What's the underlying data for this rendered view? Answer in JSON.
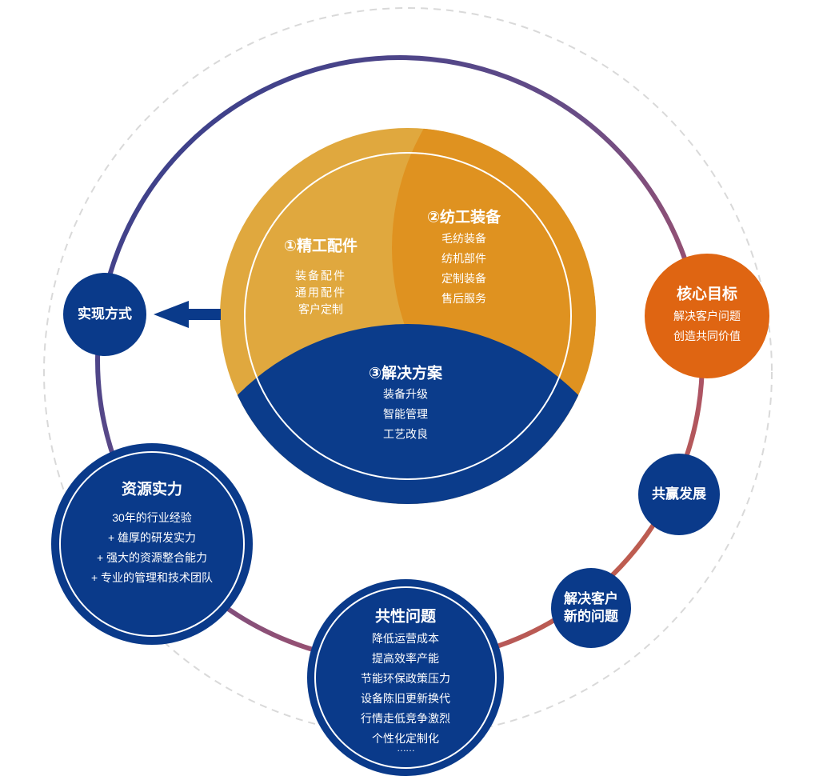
{
  "colors": {
    "gold_left": "#e1a73d",
    "gold_right": "#df921f",
    "navy": "#0a3a8a",
    "orange_node": "#df6512",
    "ring_blue": "#2c3a86",
    "ring_purple": "#7a4d7a",
    "ring_orange": "#d36a3a",
    "dashed_ring": "#d6d6d6",
    "arrow": "#0a3a8a"
  },
  "icons": [
    "arrow-left-icon"
  ],
  "center": {
    "part1": {
      "title": "①精工配件",
      "items": [
        "装备配件",
        "通用配件",
        "客户定制"
      ]
    },
    "part2": {
      "title": "②纺工装备",
      "items": [
        "毛纺装备",
        "纺机部件",
        "定制装备",
        "售后服务"
      ]
    },
    "part3": {
      "title": "③解决方案",
      "items": [
        "装备升级",
        "智能管理",
        "工艺改良"
      ]
    }
  },
  "nodes": {
    "method": {
      "title": "实现方式"
    },
    "goal": {
      "title": "核心目标",
      "items": [
        "解决客户问题",
        "创造共同价值"
      ]
    },
    "winwin": {
      "title": "共赢发展"
    },
    "newproblem": {
      "lines": [
        "解决客户",
        "新的问题"
      ]
    },
    "common": {
      "title": "共性问题",
      "items": [
        "降低运营成本",
        "提高效率产能",
        "节能环保政策压力",
        "设备陈旧更新换代",
        "行情走低竞争激烈",
        "个性化定制化"
      ],
      "more": "……"
    },
    "resource": {
      "title": "资源实力",
      "items": [
        "30年的行业经验",
        "+ 雄厚的研发实力",
        "+ 强大的资源整合能力",
        "+ 专业的管理和技术团队"
      ]
    }
  }
}
